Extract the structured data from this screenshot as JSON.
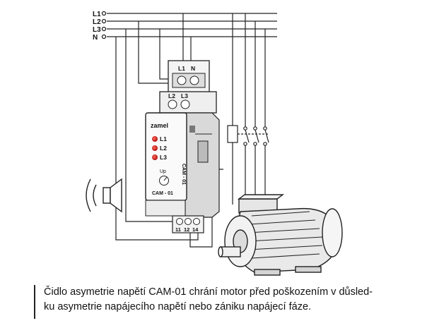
{
  "buses": [
    "L1",
    "L2",
    "L3",
    "N"
  ],
  "relay": {
    "brand": "zamel",
    "leds": [
      "L1",
      "L2",
      "L3"
    ],
    "knob_label": "Up",
    "model": "CAM - 01",
    "side_model": "CAM - 01",
    "top_terminals": [
      "L1",
      "N"
    ],
    "mid_terminals": [
      "L2",
      "L3"
    ],
    "bottom_terminals": [
      "11",
      "12",
      "14"
    ]
  },
  "caption": {
    "line1": "Čidlo asymetrie napětí CAM-01 chrání motor před poškozením v důsled-",
    "line2": "ku asymetrie napájecího napětí nebo zániku napájecí fáze."
  }
}
